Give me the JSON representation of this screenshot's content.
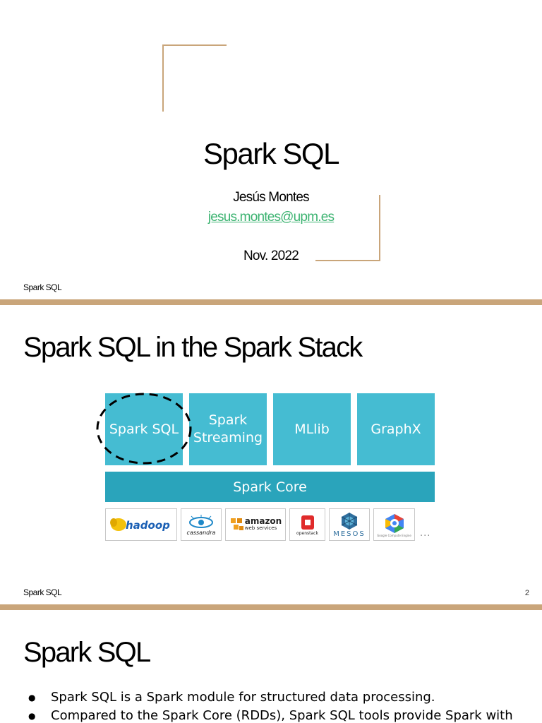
{
  "slide1": {
    "title": "Spark SQL",
    "author": "Jesús Montes",
    "email": "jesus.montes@upm.es",
    "date": "Nov. 2022",
    "footer": "Spark SQL"
  },
  "slide2": {
    "heading": "Spark SQL in the Spark Stack",
    "components": [
      {
        "label": "Spark SQL"
      },
      {
        "label": "Spark Streaming"
      },
      {
        "label": "MLlib"
      },
      {
        "label": "GraphX"
      }
    ],
    "core": "Spark Core",
    "logos": [
      {
        "name": "hadoop",
        "label": "hadoop"
      },
      {
        "name": "cassandra",
        "label": "cassandra"
      },
      {
        "name": "amazon",
        "label": "amazon",
        "sublabel": "web services"
      },
      {
        "name": "openstack",
        "label": "openstack"
      },
      {
        "name": "mesos",
        "label": "MESOS"
      },
      {
        "name": "google-compute-engine",
        "label": "Google Compute Engine"
      }
    ],
    "more": "...",
    "footer": "Spark SQL",
    "page_number": "2"
  },
  "slide3": {
    "heading": "Spark SQL",
    "bullets": [
      "Spark SQL is a Spark module for structured data processing.",
      "Compared to the Spark Core (RDDs), Spark SQL tools provide Spark with"
    ]
  },
  "colors": {
    "accent": "#c9a57a",
    "link": "#3cb371",
    "stack_component": "#45bcd2",
    "stack_core": "#2aa4bb"
  }
}
